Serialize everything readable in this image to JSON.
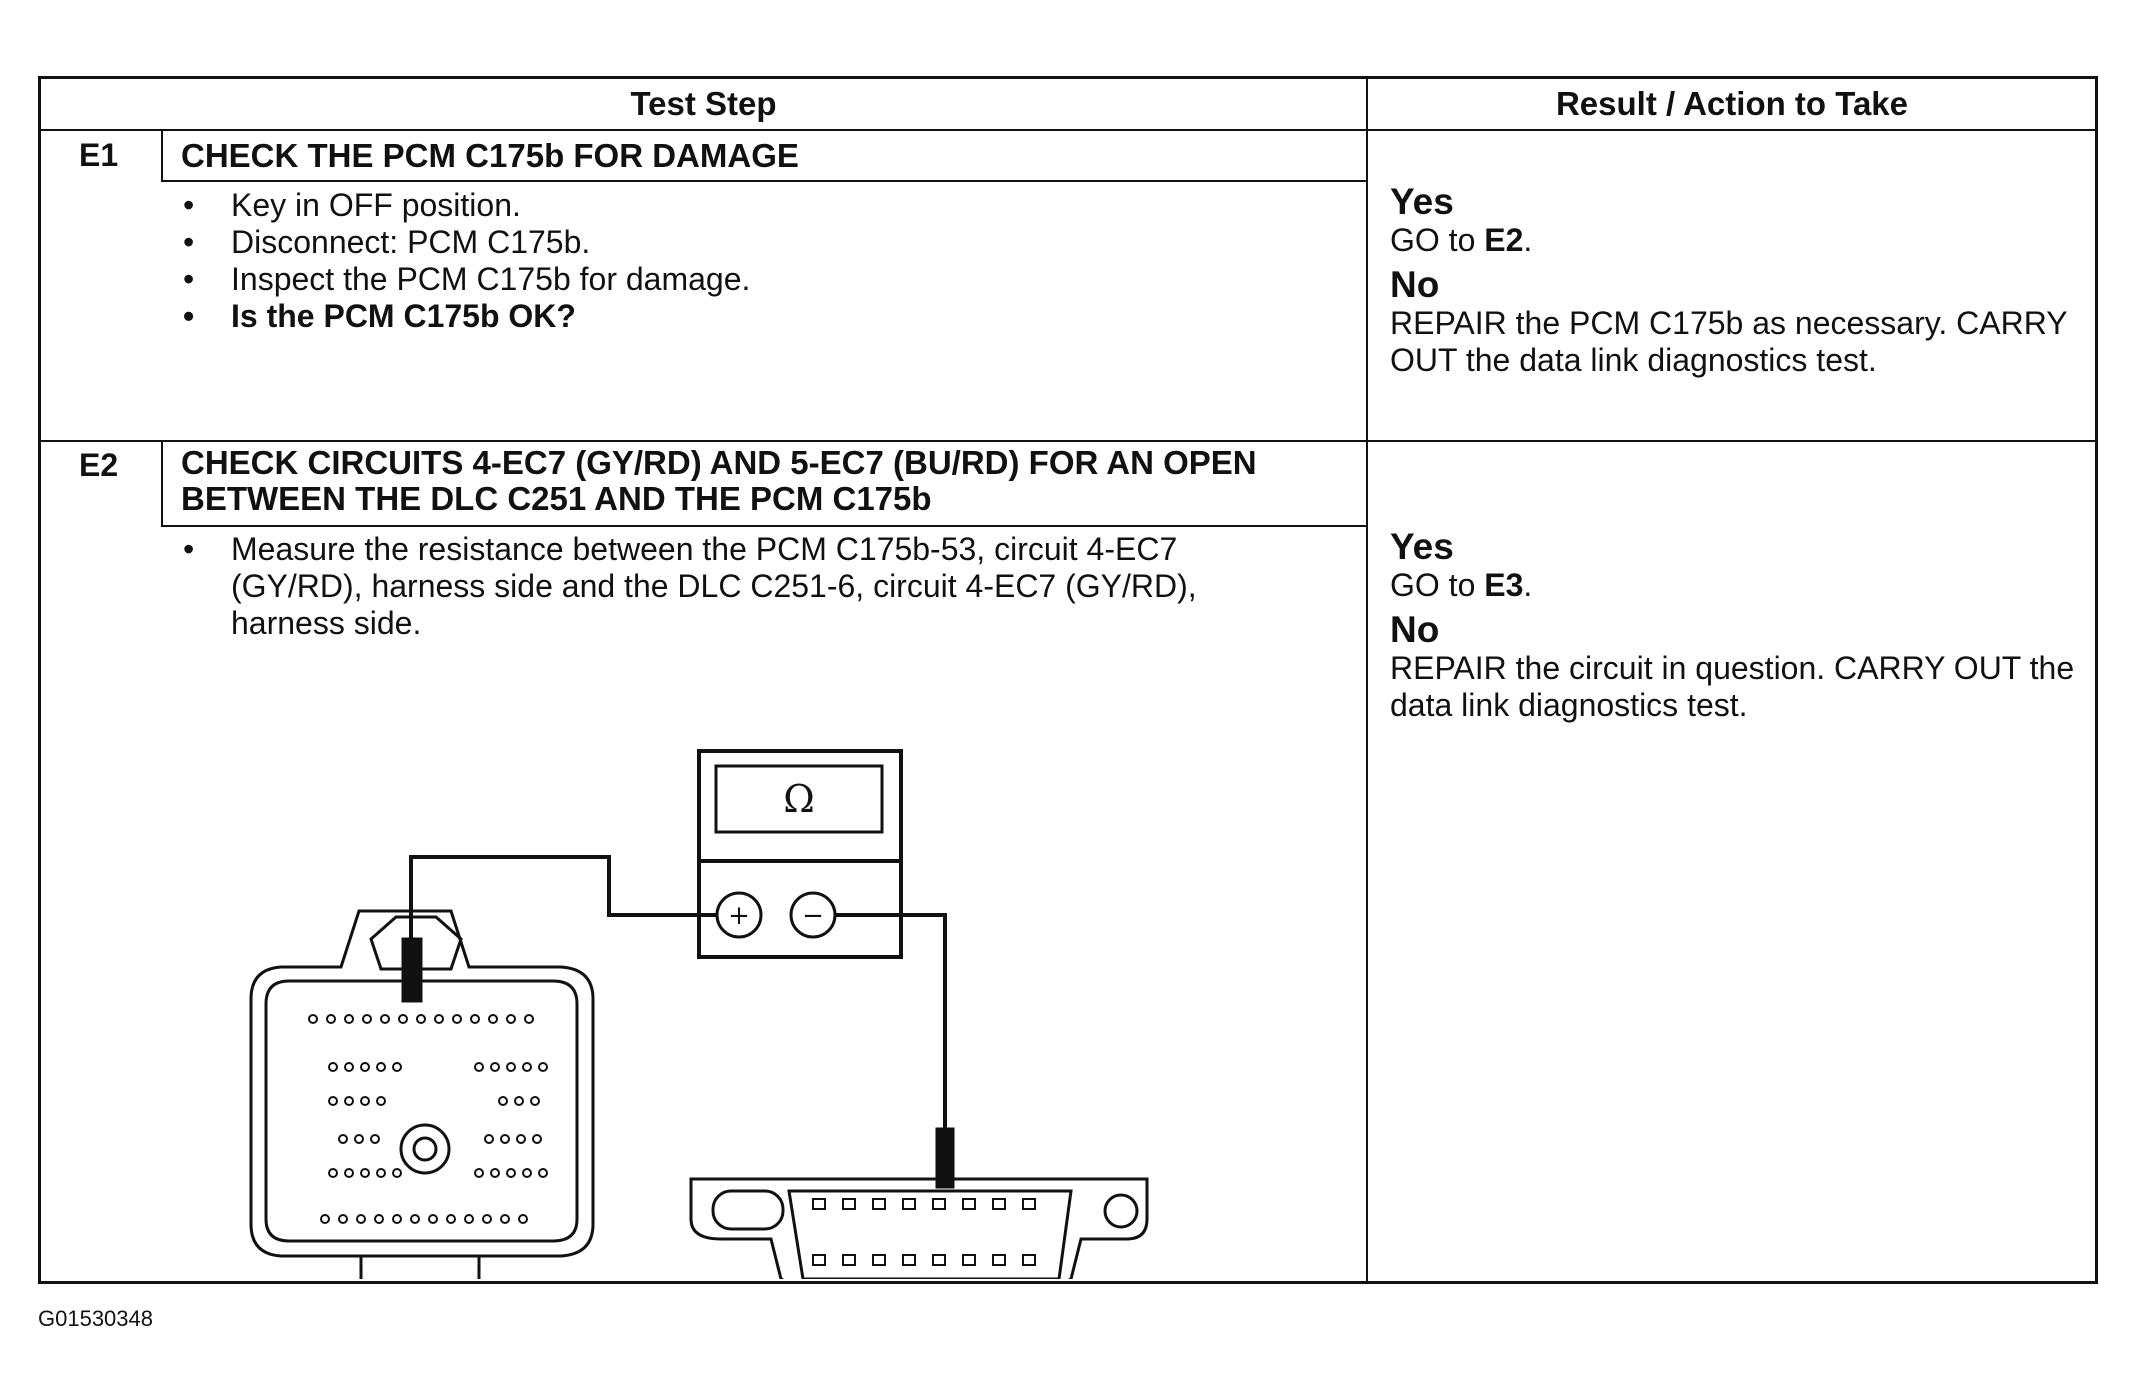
{
  "table": {
    "header_left": "Test Step",
    "header_right": "Result / Action to Take",
    "steps": [
      {
        "id": "E1",
        "title": "CHECK THE PCM C175b FOR DAMAGE",
        "bullets": [
          "Key in OFF position.",
          "Disconnect: PCM C175b.",
          "Inspect the PCM C175b for damage."
        ],
        "question": "Is the PCM C175b OK?",
        "yes_label": "Yes",
        "yes_action_prefix": "GO to ",
        "yes_action_target": "E2",
        "no_label": "No",
        "no_action": "REPAIR the PCM C175b as necessary. CARRY OUT the data link diagnostics test."
      },
      {
        "id": "E2",
        "title": "CHECK CIRCUITS 4-EC7 (GY/RD) AND 5-EC7 (BU/RD) FOR AN OPEN BETWEEN THE DLC C251 AND THE PCM C175b",
        "bullets": [
          "Measure the resistance between the PCM C175b-53, circuit 4-EC7 (GY/RD), harness side and the DLC C251-6, circuit 4-EC7 (GY/RD), harness side."
        ],
        "yes_label": "Yes",
        "yes_action_prefix": "GO to ",
        "yes_action_target": "E3",
        "no_label": "No",
        "no_action": "REPAIR the circuit in question. CARRY OUT the data link diagnostics test."
      }
    ]
  },
  "diagram": {
    "meter_symbol": "Ω",
    "plus_symbol": "+",
    "minus_symbol": "−"
  },
  "figure_id": "G01530348"
}
